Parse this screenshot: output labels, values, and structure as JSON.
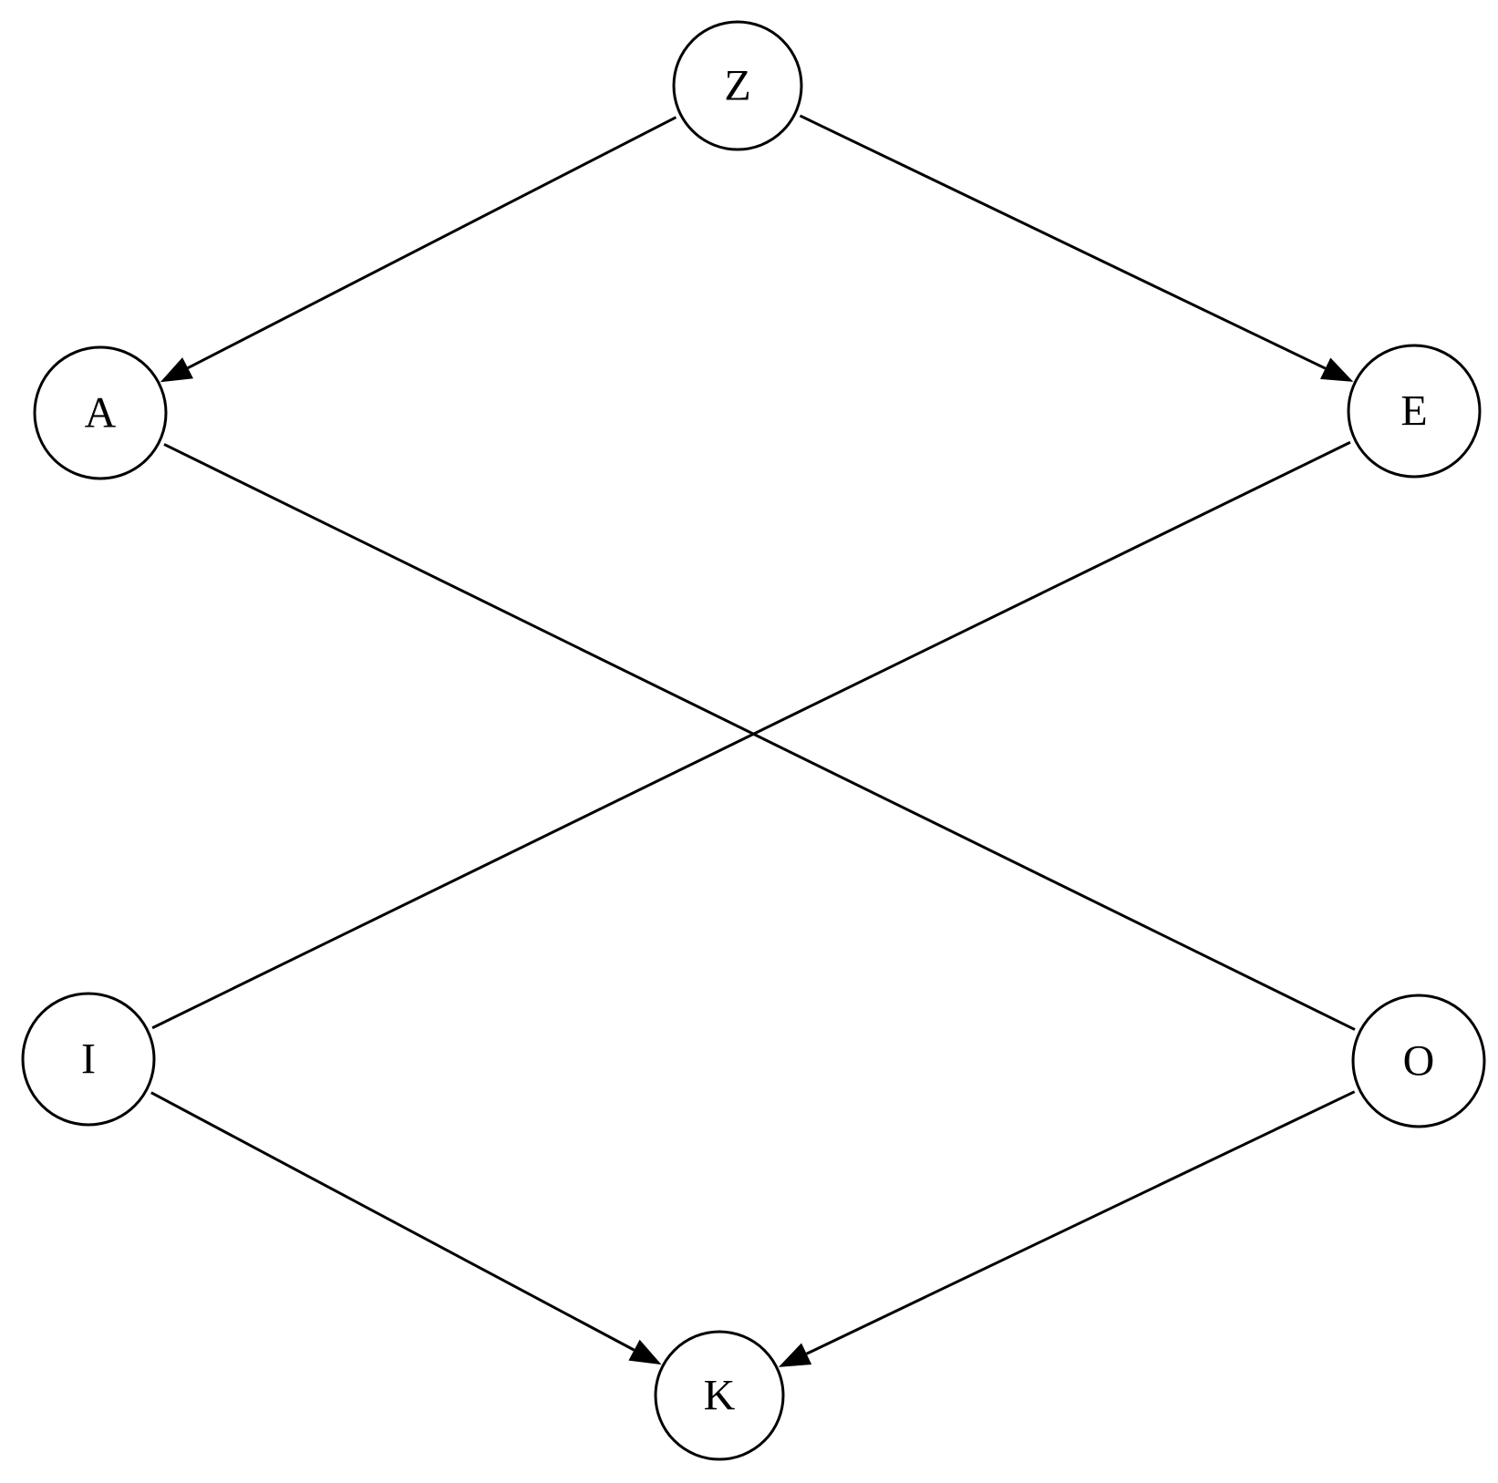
{
  "diagram": {
    "nodes": [
      {
        "id": "Z",
        "label": "Z"
      },
      {
        "id": "A",
        "label": "A"
      },
      {
        "id": "E",
        "label": "E"
      },
      {
        "id": "I",
        "label": "I"
      },
      {
        "id": "O",
        "label": "O"
      },
      {
        "id": "K",
        "label": "K"
      }
    ],
    "edges": [
      {
        "from": "Z",
        "to": "A",
        "directed": true
      },
      {
        "from": "Z",
        "to": "E",
        "directed": true
      },
      {
        "from": "A",
        "to": "O",
        "directed": false
      },
      {
        "from": "E",
        "to": "I",
        "directed": false
      },
      {
        "from": "I",
        "to": "K",
        "directed": true
      },
      {
        "from": "O",
        "to": "K",
        "directed": true
      }
    ],
    "colors": {
      "stroke": "#000000",
      "node_fill": "#ffffff",
      "background": "#ffffff"
    }
  }
}
